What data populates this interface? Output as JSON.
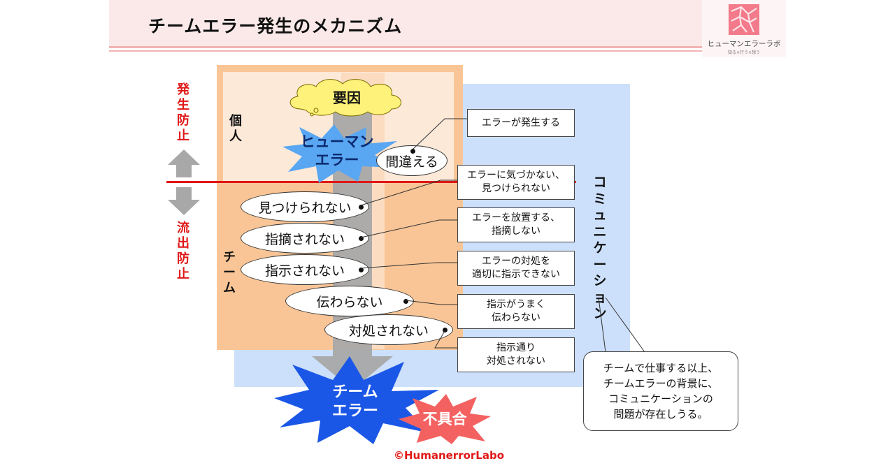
{
  "title": "チームエラー発生のメカニズム",
  "logo": {
    "name": "ヒューマンエラーラボ",
    "tagline": "知る×行う×想う"
  },
  "side_labels": {
    "prevention": "発生防止",
    "spread_prevention": "流出防止"
  },
  "zones": {
    "individual": "個人",
    "team": "チーム",
    "communication": "コミュニケーション"
  },
  "shapes": {
    "cause": "要因",
    "human_error": [
      "ヒューマン",
      "エラー"
    ],
    "team_error": [
      "チーム",
      "エラー"
    ],
    "defect": "不具合"
  },
  "ovals": [
    "間違える",
    "見つけられない",
    "指摘されない",
    "指示されない",
    "伝わらない",
    "対処されない"
  ],
  "callouts": [
    [
      "エラーが発生する"
    ],
    [
      "エラーに気づかない、",
      "見つけられない"
    ],
    [
      "エラーを放置する、",
      "指摘しない"
    ],
    [
      "エラーの対処を",
      "適切に指示できない"
    ],
    [
      "指示がうまく",
      "伝わらない"
    ],
    [
      "指示通り",
      "対処されない"
    ]
  ],
  "speech": [
    "チームで仕事する以上、",
    "チームエラーの背景に、",
    "コミュニケーションの",
    "問題が存在しうる。"
  ],
  "copyright": "©HumanerrorLabo",
  "colors": {
    "accent_red": "#e01717",
    "team_zone": "#f9c596",
    "individual_zone": "#fde9d8",
    "communication_zone": "#cce0fb",
    "team_error_star": "#1b57e6",
    "defect_star": "#f46161",
    "cause_cloud": "#fff27a",
    "header_band": "#fbe9e9"
  }
}
